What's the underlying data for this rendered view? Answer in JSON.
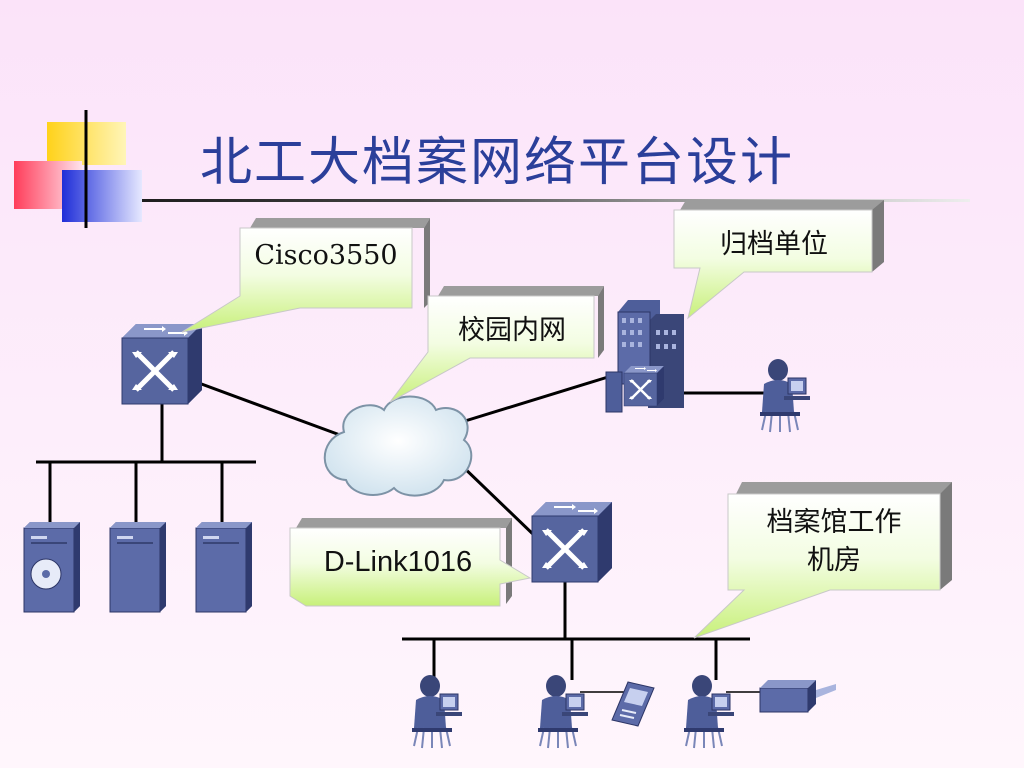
{
  "title": "北工大档案网络平台设计",
  "callouts": {
    "cisco": "Cisco3550",
    "campus": "校园内网",
    "archive_unit": "归档单位",
    "dlink": "D-Link1016",
    "archive_room_line1": "档案馆工作",
    "archive_room_line2": "机房"
  },
  "colors": {
    "title": "#2b3f9a",
    "device_blue": "#56659f",
    "device_dark": "#2f3a6e",
    "callout_green": "#d6f79a",
    "callout_white": "#ffffff",
    "network_line": "#000000"
  }
}
